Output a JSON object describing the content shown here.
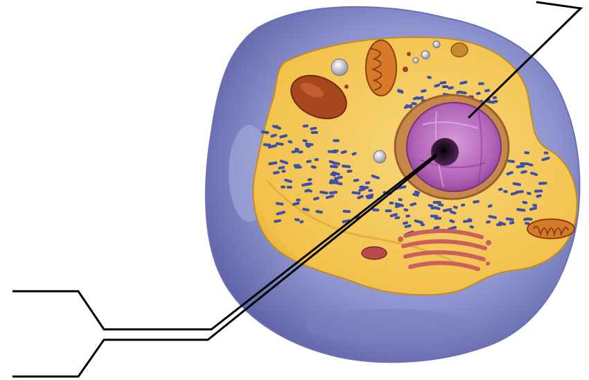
{
  "diagram": {
    "subject": "animal-cell",
    "colors": {
      "membrane_outer": "#8f95cf",
      "membrane_shadow": "#5f64a8",
      "cytoplasm": "#f2c24a",
      "cytoplasm_edge": "#d9a22e",
      "nucleus": "#b163b8",
      "nucleus_light": "#d69ad8",
      "nucleolus": "#1a0d1e",
      "nuclear_envelope": "#c8874a",
      "er_blue": "#3d4fa8",
      "mitochondria": "#d77a2a",
      "mitochondria_inner": "#8c3e12",
      "vesicle": "#c9c9d1",
      "lysosome": "#a8461f",
      "golgi": "#cc5f5a",
      "leader_line": "#000000"
    },
    "leader_lines": [
      {
        "name": "nucleus-label-line",
        "target": "nucleus"
      },
      {
        "name": "nucleolus-label-line",
        "target": "nucleolus"
      }
    ]
  }
}
